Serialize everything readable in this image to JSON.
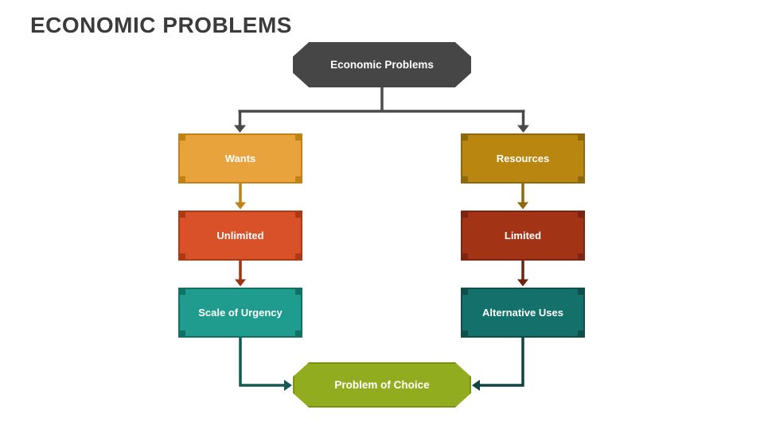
{
  "title": "ECONOMIC PROBLEMS",
  "diagram": {
    "nodes": {
      "root": {
        "label": "Economic Problems",
        "fill": "#464646"
      },
      "wants": {
        "label": "Wants",
        "fill": "#e8a33c",
        "accent": "#c08117"
      },
      "unlimited": {
        "label": "Unlimited",
        "fill": "#d85128",
        "accent": "#a93b16"
      },
      "scale_of_urgency": {
        "label": "Scale of Urgency",
        "fill": "#1f9c8e",
        "accent": "#137064"
      },
      "resources": {
        "label": "Resources",
        "fill": "#b9860f",
        "accent": "#8f680b"
      },
      "limited": {
        "label": "Limited",
        "fill": "#a23415",
        "accent": "#7c2510"
      },
      "alternative_uses": {
        "label": "Alternative Uses",
        "fill": "#14706a",
        "accent": "#0e4f4b"
      },
      "problem_of_choice": {
        "label": "Problem of Choice",
        "fill": "#92ac20",
        "accent": "#7a9112"
      }
    },
    "connector_colors": {
      "root_split": "#4a4a4a",
      "wants_down": "#c08117",
      "unlimited_down": "#9a3414",
      "resources_down": "#8f680b",
      "limited_down": "#6e2410",
      "left_elbow": "#135a52",
      "right_elbow": "#0f4440"
    }
  }
}
